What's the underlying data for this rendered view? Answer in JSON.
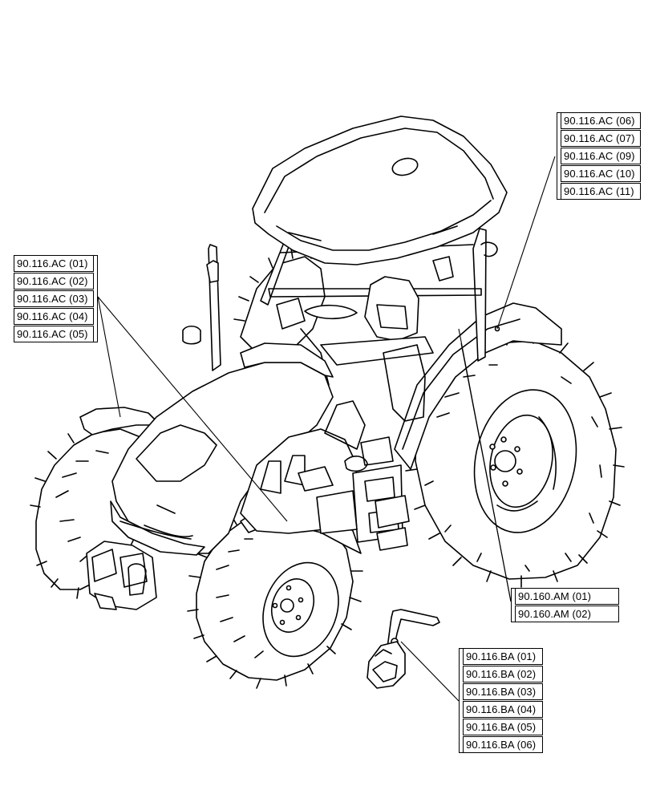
{
  "callout_groups": [
    {
      "id": "ac-left",
      "refs": [
        "90.116.AC (01)",
        "90.116.AC (02)",
        "90.116.AC (03)",
        "90.116.AC (04)",
        "90.116.AC (05)"
      ]
    },
    {
      "id": "ac-right",
      "refs": [
        "90.116.AC (06)",
        "90.116.AC (07)",
        "90.116.AC (09)",
        "90.116.AC (10)",
        "90.116.AC (11)"
      ]
    },
    {
      "id": "am",
      "refs": [
        "90.160.AM (01)",
        "90.160.AM (02)"
      ]
    },
    {
      "id": "ba",
      "refs": [
        "90.116.BA (01)",
        "90.116.BA (02)",
        "90.116.BA (03)",
        "90.116.BA (04)",
        "90.116.BA (05)",
        "90.116.BA (06)"
      ]
    }
  ]
}
